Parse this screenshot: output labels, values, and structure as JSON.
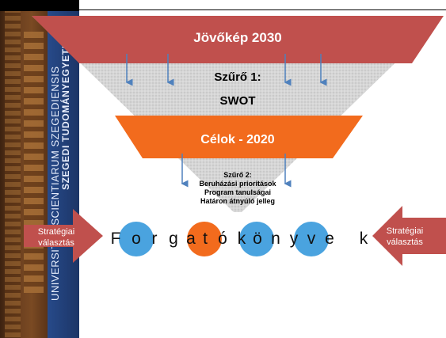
{
  "sidebar": {
    "university_line1": "UNIVERSITAS SCIENTIARUM SZEGEDIENSIS",
    "university_line2": "SZEGEDI TUDOMÁNYEGYETEM"
  },
  "funnel": {
    "top_band": {
      "label": "Jövőkép 2030",
      "color": "#c0504d"
    },
    "filter1": {
      "title": "Szűrő 1:",
      "subtitle": "SWOT"
    },
    "middle_band": {
      "label": "Célok - 2020",
      "color": "#f26b1d"
    },
    "filter2": {
      "title": "Szűrő 2:",
      "lines": [
        "Beruházási prioritások",
        "Program tanulságai",
        "Határon átnyúló jelleg"
      ]
    }
  },
  "side_arrows": {
    "left_label": "Stratégiai\nválasztás",
    "right_label": "Stratégiai\nválasztás",
    "color": "#c0504d"
  },
  "scenario_word": {
    "letters": [
      "F",
      "o",
      "r",
      "g",
      "a",
      "t",
      "ó",
      "k",
      "ö",
      "n",
      "y",
      "v",
      "e",
      "k"
    ],
    "circle_colors": {
      "blue": "#4aa3df",
      "orange": "#f26b1d"
    }
  },
  "colors": {
    "arrow_blue": "#4f81bd",
    "filter_gray": "#d4d4d4"
  }
}
